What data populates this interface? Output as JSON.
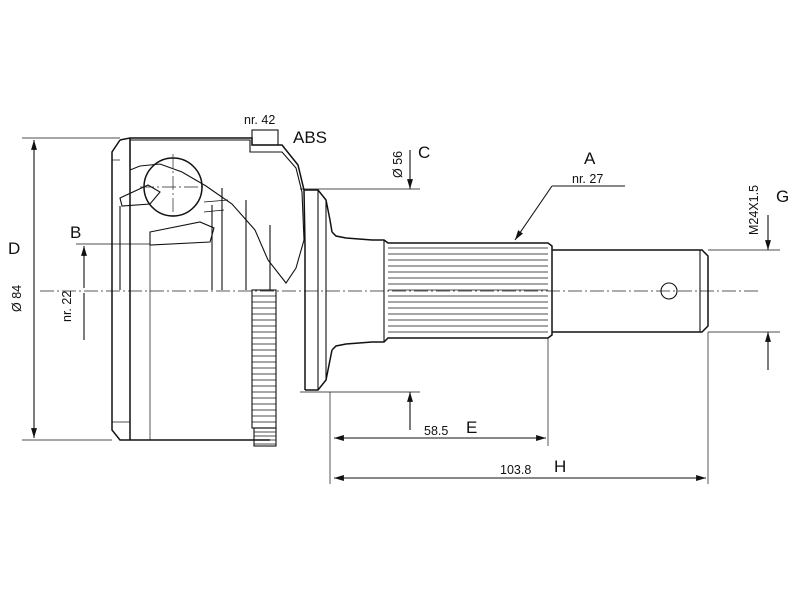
{
  "labels": {
    "part_nr_abs": "nr. 42",
    "abs": "ABS",
    "dia_c": "Ø 56",
    "letter_c": "C",
    "letter_a": "A",
    "part_nr_a": "nr. 27",
    "thread": "M24X1.5",
    "letter_g": "G",
    "letter_d": "D",
    "dia_d": "Ø 84",
    "letter_b": "B",
    "part_nr_b": "nr. 22",
    "dim_e_value": "58.5",
    "letter_e": "E",
    "dim_h_value": "103.8",
    "letter_h": "H"
  }
}
